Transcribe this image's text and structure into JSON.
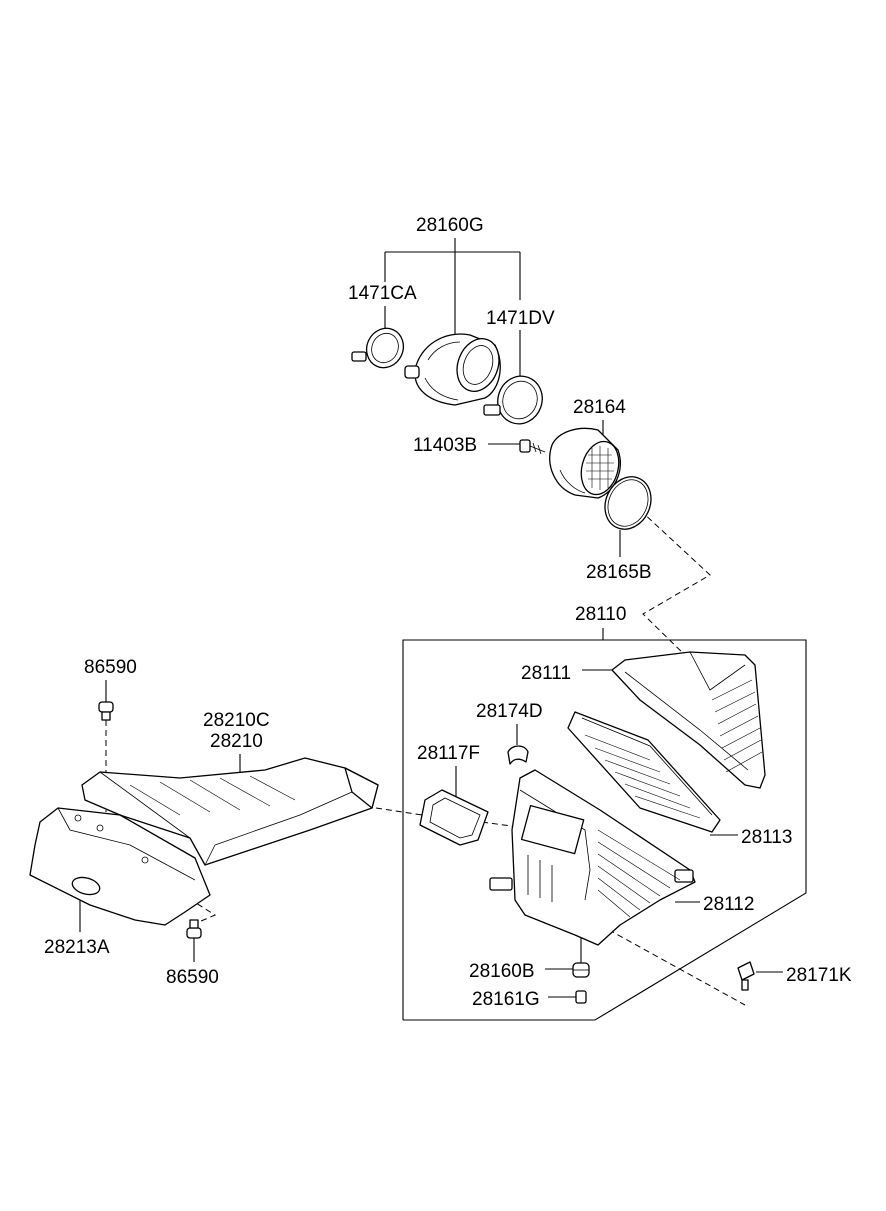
{
  "labels": {
    "p28160G": "28160G",
    "p1471CA": "1471CA",
    "p1471DV": "1471DV",
    "p28164": "28164",
    "p11403B": "11403B",
    "p28165B": "28165B",
    "p28110": "28110",
    "p28111": "28111",
    "p28174D": "28174D",
    "p28117F": "28117F",
    "p28113": "28113",
    "p28112": "28112",
    "p28160B": "28160B",
    "p28161G": "28161G",
    "p28171K": "28171K",
    "p86590_top": "86590",
    "p28210C": "28210C",
    "p28210": "28210",
    "p28213A": "28213A",
    "p86590_bottom": "86590"
  }
}
